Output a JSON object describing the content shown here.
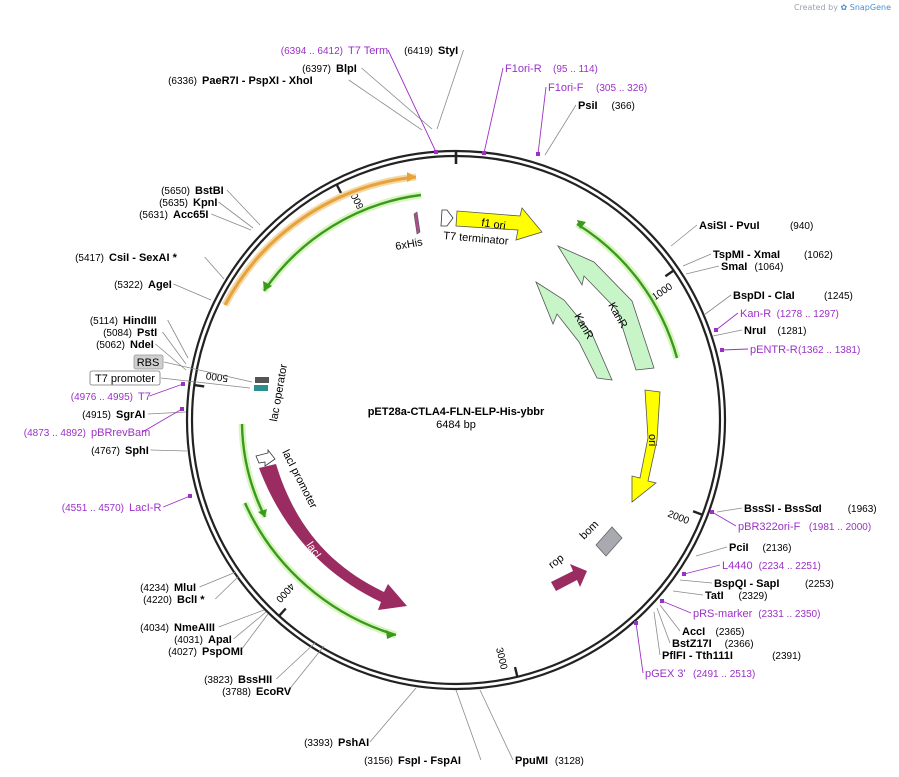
{
  "credit": {
    "prefix": "Created by",
    "brand": "SnapGene"
  },
  "plasmid": {
    "name": "pET28a-CTLA4-FLN-ELP-His-ybbr",
    "size_label": "6484 bp",
    "length": 6484
  },
  "ticks": [
    "1000",
    "2000",
    "3000",
    "4000",
    "5000",
    "6000"
  ],
  "tick_values": [
    1000,
    2000,
    3000,
    4000,
    5000,
    6000
  ],
  "colors": {
    "ring": "#222222",
    "primer": "#9b30c8",
    "yellow": "#ffff00",
    "kan": "#c8f5c8",
    "lacI": "#9b2c61",
    "rop": "#9b2c61",
    "bom": "#a9aab0",
    "orf_outer": "#e8a23c",
    "orf_inner": "#3a9a1c"
  },
  "sites": [
    {
      "name": "StyI",
      "pos": "(6419)"
    },
    {
      "name": "BlpI",
      "pos": "(6397)"
    },
    {
      "name": "PaeR7I  - PspXI  - XhoI",
      "pos": "(6336)"
    },
    {
      "name": "PsiI",
      "pos": "(366)"
    },
    {
      "name": "AsiSI  - PvuI",
      "pos": "(940)"
    },
    {
      "name": "TspMI  - XmaI",
      "pos": "(1062)"
    },
    {
      "name": "SmaI",
      "pos": "(1064)"
    },
    {
      "name": "BspDI  - ClaI",
      "pos": "(1245)"
    },
    {
      "name": "NruI",
      "pos": "(1281)"
    },
    {
      "name": "BssSI  - BssSαI",
      "pos": "(1963)"
    },
    {
      "name": "PciI",
      "pos": "(2136)"
    },
    {
      "name": "BspQI  - SapI",
      "pos": "(2253)"
    },
    {
      "name": "TatI",
      "pos": "(2329)"
    },
    {
      "name": "AccI",
      "pos": "(2365)"
    },
    {
      "name": "BstZ17I",
      "pos": "(2366)"
    },
    {
      "name": "PflFI  - Tth111I",
      "pos": "(2391)"
    },
    {
      "name": "PpuMI",
      "pos": "(3128)"
    },
    {
      "name": "FspI  - FspAI",
      "pos": "(3156)"
    },
    {
      "name": "PshAI",
      "pos": "(3393)"
    },
    {
      "name": "EcoRV",
      "pos": "(3788)"
    },
    {
      "name": "BssHII",
      "pos": "(3823)"
    },
    {
      "name": "PspOMI",
      "pos": "(4027)"
    },
    {
      "name": "ApaI",
      "pos": "(4031)"
    },
    {
      "name": "NmeAIII",
      "pos": "(4034)"
    },
    {
      "name": "BclI *",
      "pos": "(4220)"
    },
    {
      "name": "MluI",
      "pos": "(4234)"
    },
    {
      "name": "SphI",
      "pos": "(4767)"
    },
    {
      "name": "SgrAI",
      "pos": "(4915)"
    },
    {
      "name": "NdeI",
      "pos": "(5062)"
    },
    {
      "name": "PstI",
      "pos": "(5084)"
    },
    {
      "name": "HindIII",
      "pos": "(5114)"
    },
    {
      "name": "AgeI",
      "pos": "(5322)"
    },
    {
      "name": "CsiI  - SexAI *",
      "pos": "(5417)"
    },
    {
      "name": "Acc65I",
      "pos": "(5631)"
    },
    {
      "name": "KpnI",
      "pos": "(5635)"
    },
    {
      "name": "BstBI",
      "pos": "(5650)"
    }
  ],
  "primers": [
    {
      "name": "T7 Term",
      "pos": "(6394 .. 6412)"
    },
    {
      "name": "F1ori-R",
      "pos": "(95 .. 114)"
    },
    {
      "name": "F1ori-F",
      "pos": "(305 .. 326)"
    },
    {
      "name": "Kan-R",
      "pos": "(1278 .. 1297)"
    },
    {
      "name": "pENTR-R",
      "pos": "(1362 .. 1381)"
    },
    {
      "name": "pBR322ori-F",
      "pos": "(1981 .. 2000)"
    },
    {
      "name": "L4440",
      "pos": "(2234 .. 2251)"
    },
    {
      "name": "pRS-marker",
      "pos": "(2331 .. 2350)"
    },
    {
      "name": "pGEX 3'",
      "pos": "(2491 .. 2513)"
    },
    {
      "name": "LacI-R",
      "pos": "(4551 .. 4570)"
    },
    {
      "name": "pBRrevBam",
      "pos": "(4873 .. 4892)"
    },
    {
      "name": "T7",
      "pos": "(4976 .. 4995)"
    }
  ],
  "boxed_labels": [
    "RBS",
    "T7 promoter"
  ],
  "features": {
    "f1ori": "f1 ori",
    "kanR_outer": "KanR",
    "kanR_inner": "KanR",
    "ori": "ori",
    "bom": "bom",
    "rop": "rop",
    "lacI": "lacI",
    "lacI_promoter": "lacI promoter",
    "lac_operator": "lac operator",
    "his6": "6xHis",
    "t7_terminator": "T7 terminator"
  }
}
